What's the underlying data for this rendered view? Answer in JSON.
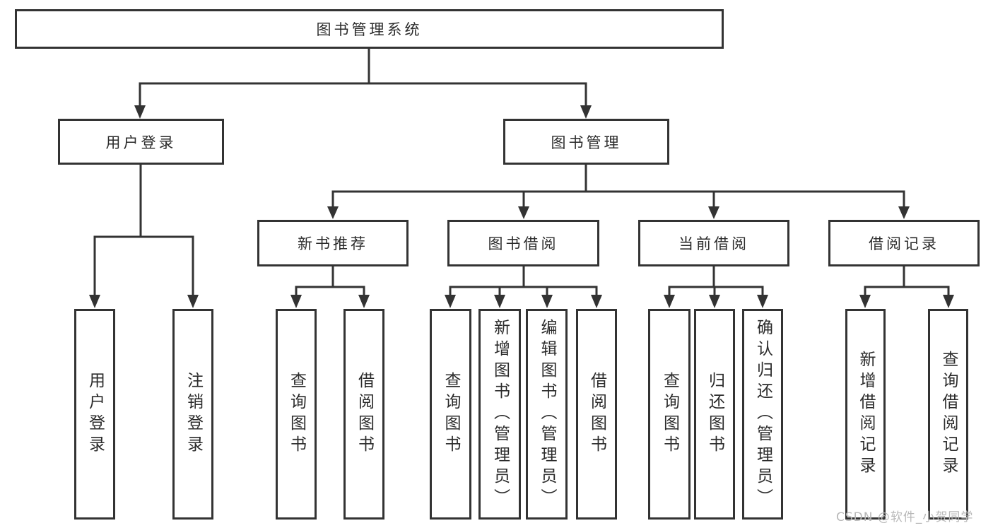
{
  "diagram_type": "hierarchy-tree",
  "colors": {
    "line": "#333333",
    "box_border": "#333333",
    "text": "#2b2b2b",
    "background": "#ffffff",
    "watermark": "#b9b9b9"
  },
  "tree": {
    "label": "图书管理系统",
    "children": [
      {
        "label": "用户登录",
        "children": [
          {
            "label": "用户登录"
          },
          {
            "label": "注销登录"
          }
        ]
      },
      {
        "label": "图书管理",
        "children": [
          {
            "label": "新书推荐",
            "children": [
              {
                "label": "查询图书"
              },
              {
                "label": "借阅图书"
              }
            ]
          },
          {
            "label": "图书借阅",
            "children": [
              {
                "label": "查询图书"
              },
              {
                "label": "新增图书（管理员）"
              },
              {
                "label": "编辑图书（管理员）"
              },
              {
                "label": "借阅图书"
              }
            ]
          },
          {
            "label": "当前借阅",
            "children": [
              {
                "label": "查询图书"
              },
              {
                "label": "归还图书"
              },
              {
                "label": "确认归还（管理员）"
              }
            ]
          },
          {
            "label": "借阅记录",
            "children": [
              {
                "label": "新增借阅记录"
              },
              {
                "label": "查询借阅记录"
              }
            ]
          }
        ]
      }
    ]
  },
  "watermark": {
    "text": "CSDN @软件_小贺同学"
  }
}
